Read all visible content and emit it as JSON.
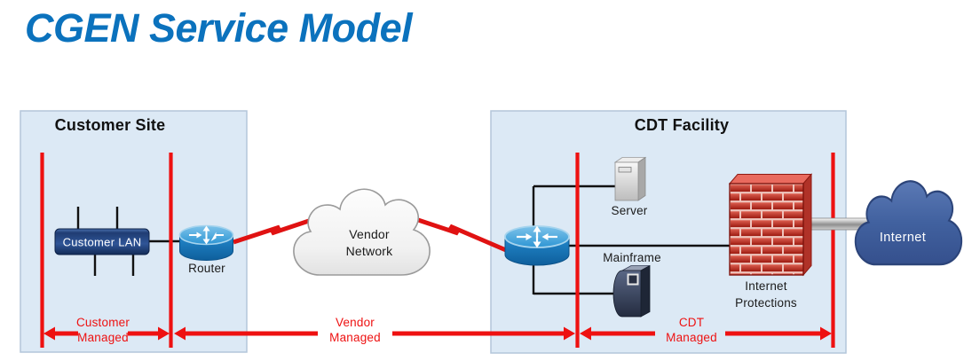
{
  "title": "CGEN Service Model",
  "customer_site": {
    "title": "Customer Site",
    "lan_label": "Customer LAN",
    "router_label": "Router"
  },
  "vendor_network": {
    "line1": "Vendor",
    "line2": "Network"
  },
  "cdt_facility": {
    "title": "CDT Facility",
    "server_label": "Server",
    "mainframe_label": "Mainframe",
    "firewall_line1": "Internet",
    "firewall_line2": "Protections"
  },
  "internet_label": "Internet",
  "managed": {
    "customer": {
      "line1": "Customer",
      "line2": "Managed"
    },
    "vendor": {
      "line1": "Vendor",
      "line2": "Managed"
    },
    "cdt": {
      "line1": "CDT",
      "line2": "Managed"
    }
  },
  "icons": {
    "router": "router-cylinder-icon",
    "lan": "lan-bus-icon",
    "server": "server-tower-icon",
    "mainframe": "mainframe-tower-icon",
    "firewall": "brick-wall-icon",
    "vendor_cloud": "cloud-icon",
    "internet_cloud": "cloud-icon",
    "comm_link": "lightning-link-icon"
  },
  "colors": {
    "accent_blue": "#0b72bd",
    "managed_red": "#ee1111",
    "box_fill": "#dce9f5",
    "box_border": "#b3c6da",
    "router_blue": "#1b7ec3",
    "firewall_red": "#b02a20",
    "internet_cloud_blue": "#3f5da4"
  }
}
